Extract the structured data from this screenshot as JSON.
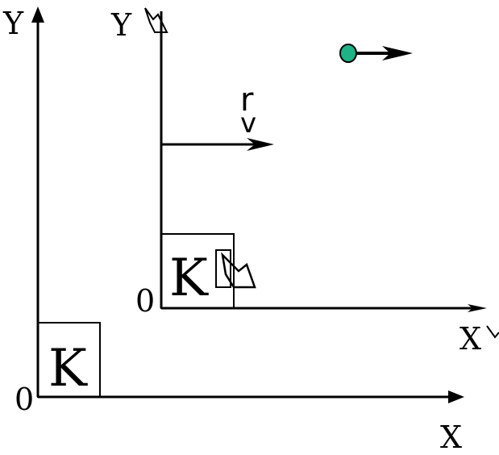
{
  "frame_k": {
    "y_axis_label": "Y",
    "x_axis_label": "X",
    "origin_label": "0",
    "frame_label": "K"
  },
  "frame_k_prime": {
    "y_axis_label": "Y",
    "x_axis_label": "X",
    "origin_label": "0",
    "frame_label": "K"
  },
  "velocity": {
    "vector_symbol": "r",
    "label": "v"
  },
  "colors": {
    "particle_fill": "#1db386",
    "line": "#000000",
    "background": "#ffffff"
  },
  "icons": [
    "prime-mark-icon"
  ]
}
